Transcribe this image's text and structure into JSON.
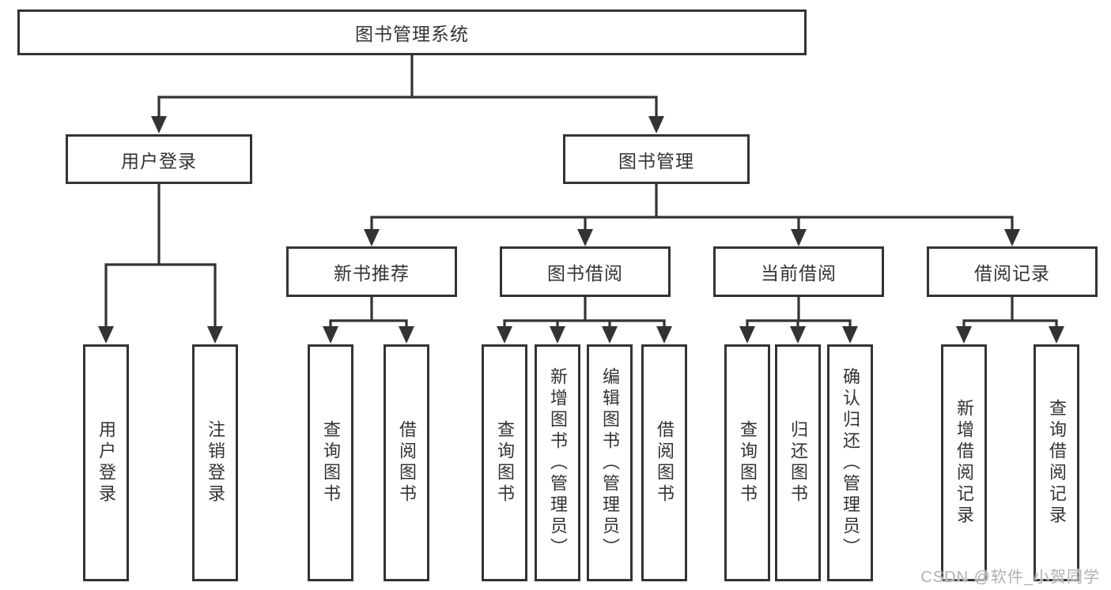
{
  "diagram": {
    "type": "hierarchy-tree",
    "tree": {
      "root": {
        "label": "图书管理系统",
        "children": [
          {
            "label": "用户登录",
            "children": [
              {
                "label": "用户登录"
              },
              {
                "label": "注销登录"
              }
            ]
          },
          {
            "label": "图书管理",
            "children": [
              {
                "label": "新书推荐",
                "children": [
                  {
                    "label": "查询图书"
                  },
                  {
                    "label": "借阅图书"
                  }
                ]
              },
              {
                "label": "图书借阅",
                "children": [
                  {
                    "label": "查询图书"
                  },
                  {
                    "label": "新增图书（管理员）"
                  },
                  {
                    "label": "编辑图书（管理员）"
                  },
                  {
                    "label": "借阅图书"
                  }
                ]
              },
              {
                "label": "当前借阅",
                "children": [
                  {
                    "label": "查询图书"
                  },
                  {
                    "label": "归还图书"
                  },
                  {
                    "label": "确认归还（管理员）"
                  }
                ]
              },
              {
                "label": "借阅记录",
                "children": [
                  {
                    "label": "新增借阅记录"
                  },
                  {
                    "label": "查询借阅记录"
                  }
                ]
              }
            ]
          }
        ]
      }
    },
    "colors": {
      "line": "#333333",
      "box_border": "#333333",
      "text": "#333333",
      "background": "#ffffff",
      "watermark_text": "#b0b0b0"
    }
  },
  "watermark": {
    "text": "CSDN @软件_小贺同学"
  }
}
